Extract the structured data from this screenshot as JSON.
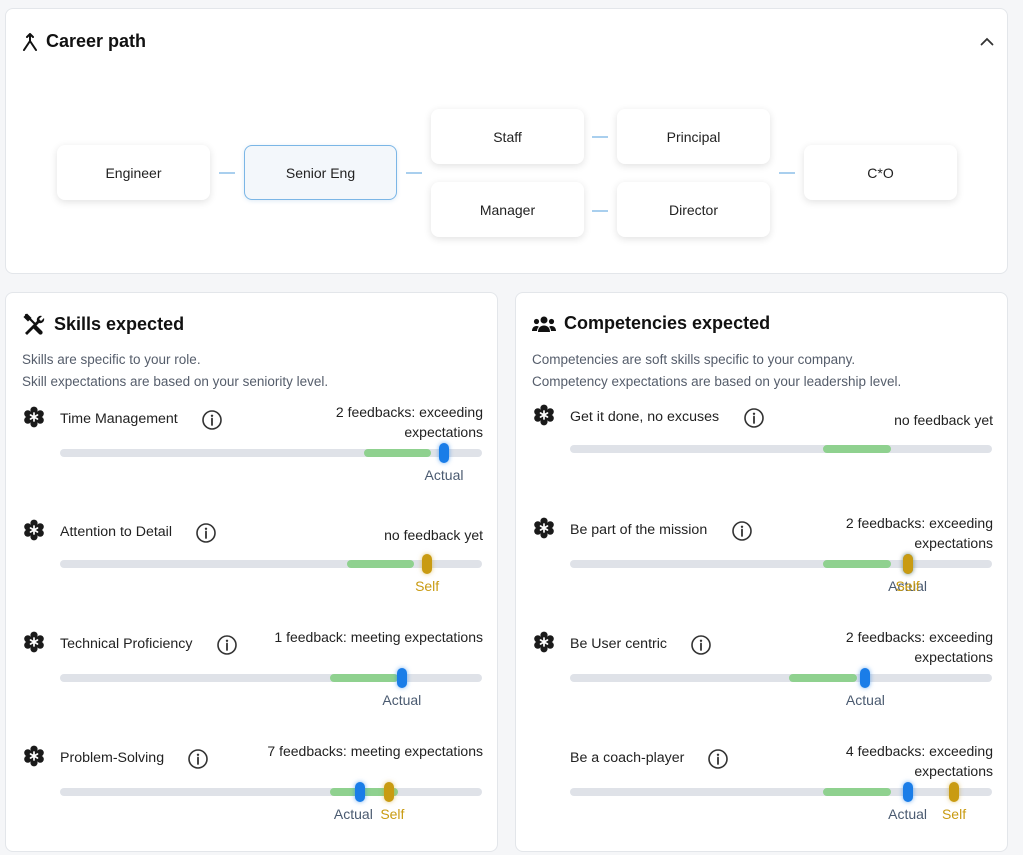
{
  "career": {
    "title": "Career path",
    "nodes": {
      "engineer": "Engineer",
      "senior": "Senior Eng",
      "staff": "Staff",
      "principal": "Principal",
      "manager": "Manager",
      "director": "Director",
      "cxo": "C*O"
    },
    "active": "Senior Eng"
  },
  "skills": {
    "title": "Skills expected",
    "desc_line1": "Skills are specific to your role.",
    "desc_line2": "Skill expectations are based on your seniority level.",
    "items": [
      {
        "name": "Time Management",
        "feedback": "2 feedbacks: exceeding expectations",
        "band": [
          0.72,
          0.88
        ],
        "actual": 0.91,
        "self": null
      },
      {
        "name": "Attention to Detail",
        "feedback": "no feedback yet",
        "band": [
          0.68,
          0.84
        ],
        "actual": null,
        "self": 0.87
      },
      {
        "name": "Technical Proficiency",
        "feedback": "1 feedback: meeting expectations",
        "band": [
          0.64,
          0.8
        ],
        "actual": 0.81,
        "self": null
      },
      {
        "name": "Problem-Solving",
        "feedback": "7 feedbacks: meeting expectations",
        "band": [
          0.64,
          0.8
        ],
        "actual": 0.71,
        "self": 0.78
      }
    ]
  },
  "competencies": {
    "title": "Competencies expected",
    "desc_line1": "Competencies are soft skills specific to your company.",
    "desc_line2": "Competency expectations are based on your leadership level.",
    "items": [
      {
        "name": "Get it done, no excuses",
        "feedback": "no feedback yet",
        "band": [
          0.6,
          0.76
        ],
        "actual": null,
        "self": null
      },
      {
        "name": "Be part of the mission",
        "feedback": "2 feedbacks: exceeding expectations",
        "band": [
          0.6,
          0.76
        ],
        "actual": 0.8,
        "self": 0.8
      },
      {
        "name": "Be User centric",
        "feedback": "2 feedbacks: exceeding expectations",
        "band": [
          0.52,
          0.68
        ],
        "actual": 0.7,
        "self": null
      },
      {
        "name": "Be a coach-player",
        "feedback": "4 feedbacks: exceeding expectations",
        "band": [
          0.6,
          0.76
        ],
        "actual": 0.8,
        "self": 0.91
      }
    ]
  },
  "labels": {
    "actual": "Actual",
    "self": "Self"
  },
  "colors": {
    "actual": "#1a7de8",
    "self": "#c99b12",
    "band": "#8fd18f",
    "track": "#dfe2e8",
    "active_border": "#7bb6e6"
  }
}
